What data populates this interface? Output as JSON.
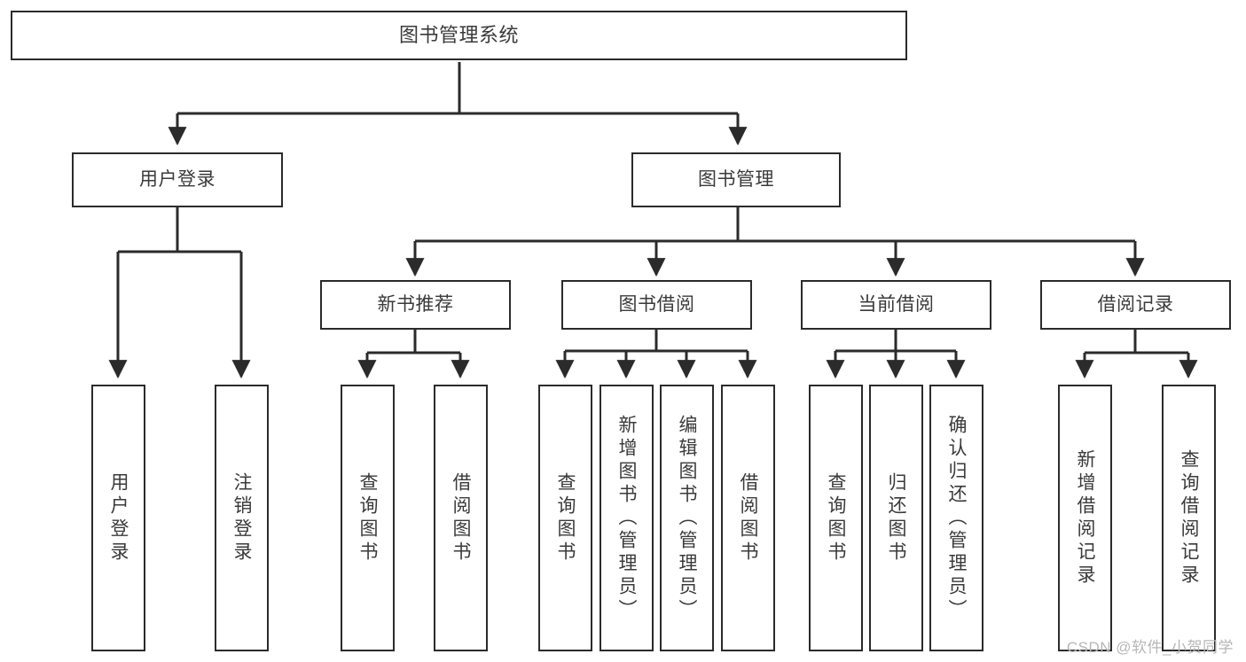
{
  "diagram": {
    "title": "图书管理系统",
    "type": "tree-hierarchy",
    "root": {
      "id": "root",
      "label": "图书管理系统"
    },
    "level1": [
      {
        "id": "user-login",
        "label": "用户登录"
      },
      {
        "id": "book-manage",
        "label": "图书管理"
      }
    ],
    "level2": [
      {
        "id": "new-book-rec",
        "label": "新书推荐",
        "parent": "book-manage"
      },
      {
        "id": "book-borrow",
        "label": "图书借阅",
        "parent": "book-manage"
      },
      {
        "id": "current-borrow",
        "label": "当前借阅",
        "parent": "book-manage"
      },
      {
        "id": "borrow-record",
        "label": "借阅记录",
        "parent": "book-manage"
      }
    ],
    "leaves": {
      "user_login": [
        {
          "id": "leaf-user-login",
          "label": "用户登录"
        },
        {
          "id": "leaf-logout",
          "label": "注销登录"
        }
      ],
      "new_book_rec": [
        {
          "id": "leaf-query-book-1",
          "label": "查询图书"
        },
        {
          "id": "leaf-borrow-book-1",
          "label": "借阅图书"
        }
      ],
      "book_borrow": [
        {
          "id": "leaf-query-book-2",
          "label": "查询图书"
        },
        {
          "id": "leaf-add-book",
          "label": "新增图书（管理员）"
        },
        {
          "id": "leaf-edit-book",
          "label": "编辑图书（管理员）"
        },
        {
          "id": "leaf-borrow-book-2",
          "label": "借阅图书"
        }
      ],
      "current_borrow": [
        {
          "id": "leaf-query-book-3",
          "label": "查询图书"
        },
        {
          "id": "leaf-return-book",
          "label": "归还图书"
        },
        {
          "id": "leaf-confirm-return",
          "label": "确认归还（管理员）"
        }
      ],
      "borrow_record": [
        {
          "id": "leaf-add-record",
          "label": "新增借阅记录"
        },
        {
          "id": "leaf-query-record",
          "label": "查询借阅记录"
        }
      ]
    },
    "colors": {
      "stroke": "#2b2b2b",
      "text": "#3a3a3a",
      "background": "#ffffff",
      "watermark": "#b6b6b6"
    }
  },
  "watermark": {
    "text": "CSDN @软件_小贺同学"
  }
}
